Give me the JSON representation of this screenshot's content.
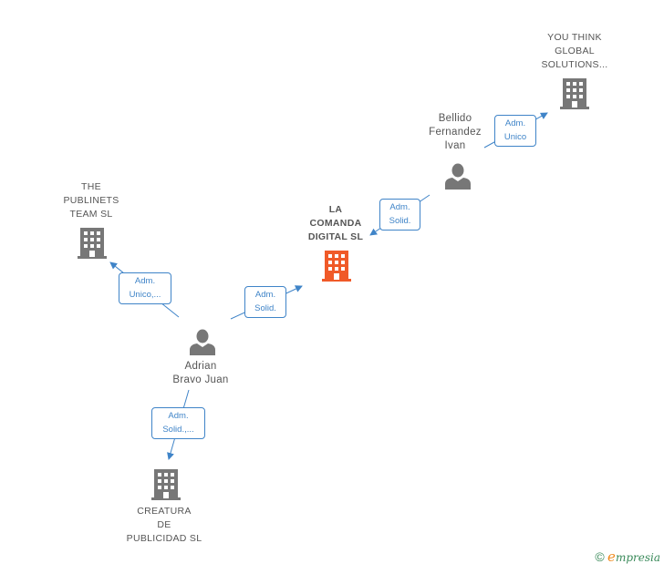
{
  "nodes": {
    "you_think": {
      "label": "YOU THINK\nGLOBAL\nSOLUTIONS...",
      "type": "company"
    },
    "bellido": {
      "label": "Bellido\nFernandez\nIvan",
      "type": "person"
    },
    "la_comanda": {
      "label": "LA\nCOMANDA\nDIGITAL  SL",
      "type": "company",
      "focus": true
    },
    "publinets": {
      "label": "THE\nPUBLINETS\nTEAM  SL",
      "type": "company"
    },
    "adrian": {
      "label": "Adrian\nBravo Juan",
      "type": "person"
    },
    "creatura": {
      "label": "CREATURA\nDE\nPUBLICIDAD SL",
      "type": "company"
    }
  },
  "relations": {
    "bellido_youthink": "Adm.\nUnico",
    "bellido_lacomanda": "Adm.\nSolid.",
    "adrian_publinets": "Adm.\nUnico,...",
    "adrian_lacomanda": "Adm.\nSolid.",
    "adrian_creatura": "Adm.\nSolid.,..."
  },
  "colors": {
    "edge": "#3f84c8",
    "icon": "#777777",
    "focus_icon": "#f05a28"
  },
  "footer": {
    "copyright": "©",
    "brand_initial": "e",
    "brand_rest": "mpresia"
  }
}
